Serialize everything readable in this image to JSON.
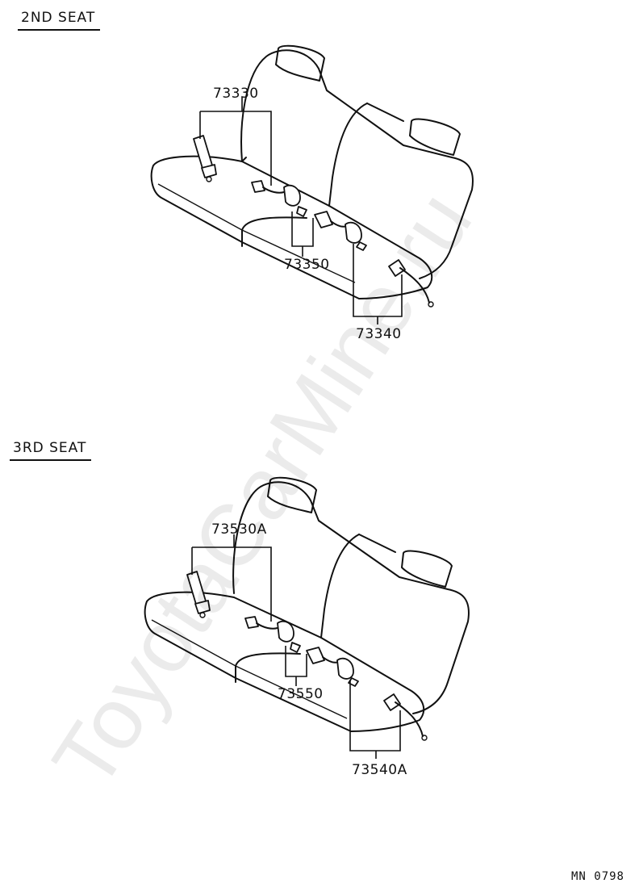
{
  "sections": [
    {
      "title": "2ND SEAT",
      "labels": [
        "73330",
        "73350",
        "73340"
      ]
    },
    {
      "title": "3RD SEAT",
      "labels": [
        "73530A",
        "73550",
        "73540A"
      ]
    }
  ],
  "watermark": "ToyotaCarMine.ru",
  "footer_code": "MN  0798"
}
